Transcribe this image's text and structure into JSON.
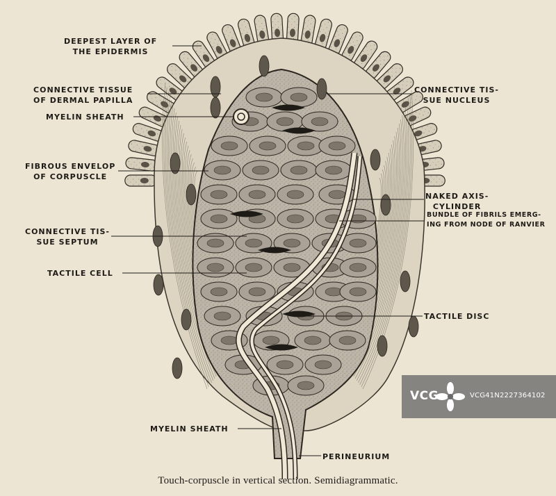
{
  "figure": {
    "caption": "Touch-corpuscle in vertical section.  Semidiagrammatic.",
    "colors": {
      "paper": "#ece5d4",
      "ink": "#1e1b17",
      "tissue": "#d9d1bd",
      "cell_fill": "#a39c90",
      "watermark_bg": "#696969"
    }
  },
  "labels": {
    "deepest_layer": [
      "DEEPEST LAYER OF",
      "THE EPIDERMIS"
    ],
    "connective_papilla": [
      "CONNECTIVE TISSUE",
      "OF DERMAL PAPILLA"
    ],
    "myelin_top": [
      "MYELIN SHEATH"
    ],
    "fibrous_envelop": [
      "FIBROUS ENVELOP",
      "OF CORPUSCLE"
    ],
    "septum": [
      "CONNECTIVE TIS-",
      "SUE SEPTUM"
    ],
    "tactile_cell": [
      "TACTILE CELL"
    ],
    "connective_nucleus": [
      "CONNECTIVE TIS-",
      "SUE NUCLEUS"
    ],
    "naked_axis": [
      "NAKED AXIS-",
      "CYLINDER"
    ],
    "bundle_fibrils": [
      "BUNDLE OF FIBRILS EMERG-",
      "ING FROM NODE OF RANVIER"
    ],
    "tactile_disc": [
      "TACTILE DISC"
    ],
    "myelin_bottom": [
      "MYELIN SHEATH"
    ],
    "perineurium": [
      "PERINEURIUM"
    ]
  },
  "watermark": {
    "brand": "VCG",
    "image_id": "VCG41N2227364102",
    "logo_icon": "vcg-flower-icon"
  }
}
